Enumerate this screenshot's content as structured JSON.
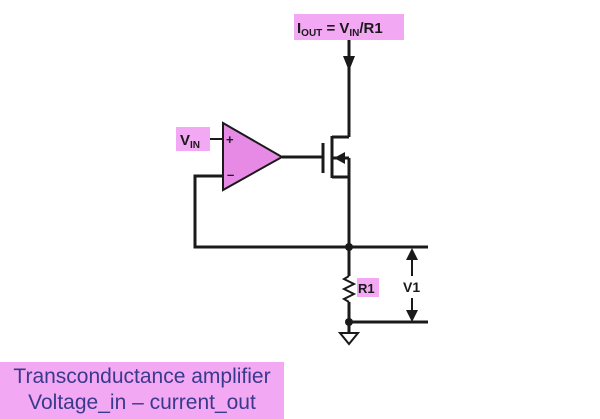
{
  "diagram": {
    "output_label": {
      "i": "I",
      "i_sub": "OUT",
      "eq": " = V",
      "v_sub": "IN",
      "tail": "/R1"
    },
    "input_label": {
      "v": "V",
      "v_sub": "IN"
    },
    "plus_sign": "+",
    "minus_sign": "–",
    "resistor_label": "R1",
    "voltage_label": "V1",
    "caption_line1": "Transconductance amplifier",
    "caption_line2": "Voltage_in – current_out",
    "colors": {
      "highlight": "#f3a8f3",
      "opamp_fill": "#e68ae6",
      "wire": "#1a1a1a",
      "caption_text": "#3a3a8c"
    }
  }
}
